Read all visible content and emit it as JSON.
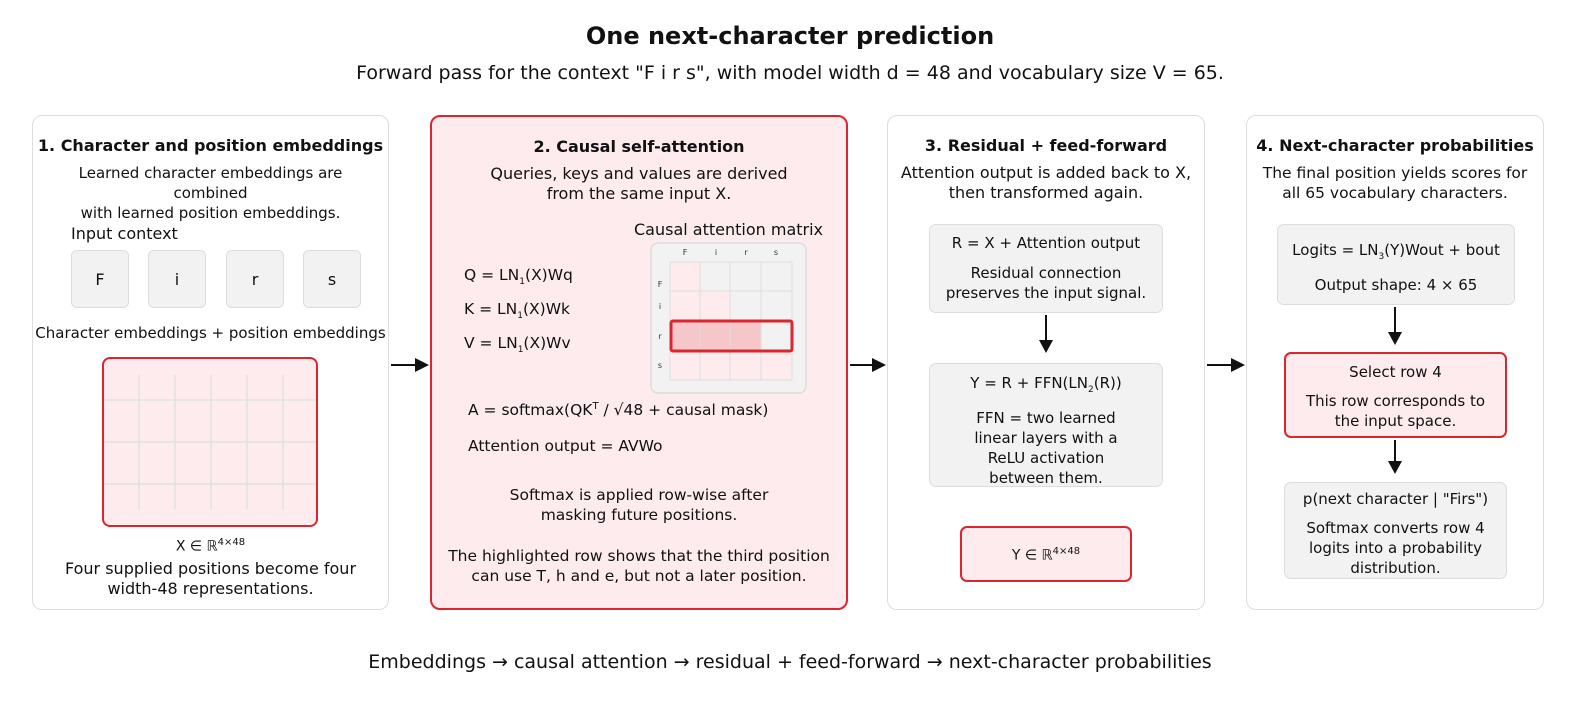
{
  "title": "One next-character prediction",
  "subtitle": "Forward pass for the context \"F i r s\", with model width d = 48 and vocabulary size V = 65.",
  "footer": "Embeddings → causal attention → residual + feed-forward → next-character probabilities",
  "colors": {
    "accent_red": "#d9262f",
    "highlight_fill": "#fdebee",
    "box_gray": "#f2f2f2",
    "cell_fill": "#f6c7c9"
  },
  "panel1": {
    "title": "1. Character and position embeddings",
    "desc_line1": "Learned character embeddings are combined",
    "desc_line2": "with learned position embeddings.",
    "input_label": "Input context",
    "chars": [
      "F",
      "i",
      "r",
      "s"
    ],
    "embed_label": "Character embeddings + position embeddings",
    "x_label_prefix": "X ∈ ℝ",
    "x_label_sup": "4×48",
    "caption_line1": "Four supplied positions become four",
    "caption_line2": "width-48 representations."
  },
  "panel2": {
    "title": "2. Causal self-attention",
    "desc_line1": "Queries, keys and values are derived",
    "desc_line2": "from the same input X.",
    "q_pre": "Q = LN",
    "q_sub": "1",
    "q_post": "(X)Wq",
    "k_pre": "K = LN",
    "k_sub": "1",
    "k_post": "(X)Wk",
    "v_pre": "V = LN",
    "v_sub": "1",
    "v_post": "(X)Wv",
    "matrix_title": "Causal attention matrix",
    "matrix_labels": [
      "F",
      "i",
      "r",
      "s"
    ],
    "a_pre": "A = softmax(QK",
    "a_sup": "T",
    "a_post": " / √48 + causal mask)",
    "attn_out": "Attention output = AVWo",
    "note1_line1": "Softmax is applied row-wise after",
    "note1_line2": "masking future positions.",
    "note2_line1": "The highlighted row shows that the third position",
    "note2_line2": "can use T, h and e, but not a later position."
  },
  "panel3": {
    "title": "3. Residual + feed-forward",
    "desc_line1": "Attention output is added back to X,",
    "desc_line2": "then transformed again.",
    "r_eq": "R = X + Attention output",
    "r_desc_line1": "Residual connection",
    "r_desc_line2": "preserves the input signal.",
    "y_pre": "Y = R + FFN(LN",
    "y_sub": "2",
    "y_post": "(R))",
    "ffn_line1": "FFN = two learned",
    "ffn_line2": "linear layers with a",
    "ffn_line3": "ReLU activation",
    "ffn_line4": "between them.",
    "y_label_prefix": "Y ∈ ℝ",
    "y_label_sup": "4×48"
  },
  "panel4": {
    "title": "4. Next-character probabilities",
    "desc_line1": "The final position yields scores for",
    "desc_line2": "all 65 vocabulary characters.",
    "logits_pre": "Logits = LN",
    "logits_sub": "3",
    "logits_post": "(Y)Wout + bout",
    "output_shape": "Output shape: 4 × 65",
    "select": "Select row 4",
    "select_desc_line1": "This row corresponds to",
    "select_desc_line2": "the input space.",
    "prob": "p(next character | \"Firs\")",
    "prob_desc_line1": "Softmax converts row 4",
    "prob_desc_line2": "logits into a probability",
    "prob_desc_line3": "distribution."
  }
}
